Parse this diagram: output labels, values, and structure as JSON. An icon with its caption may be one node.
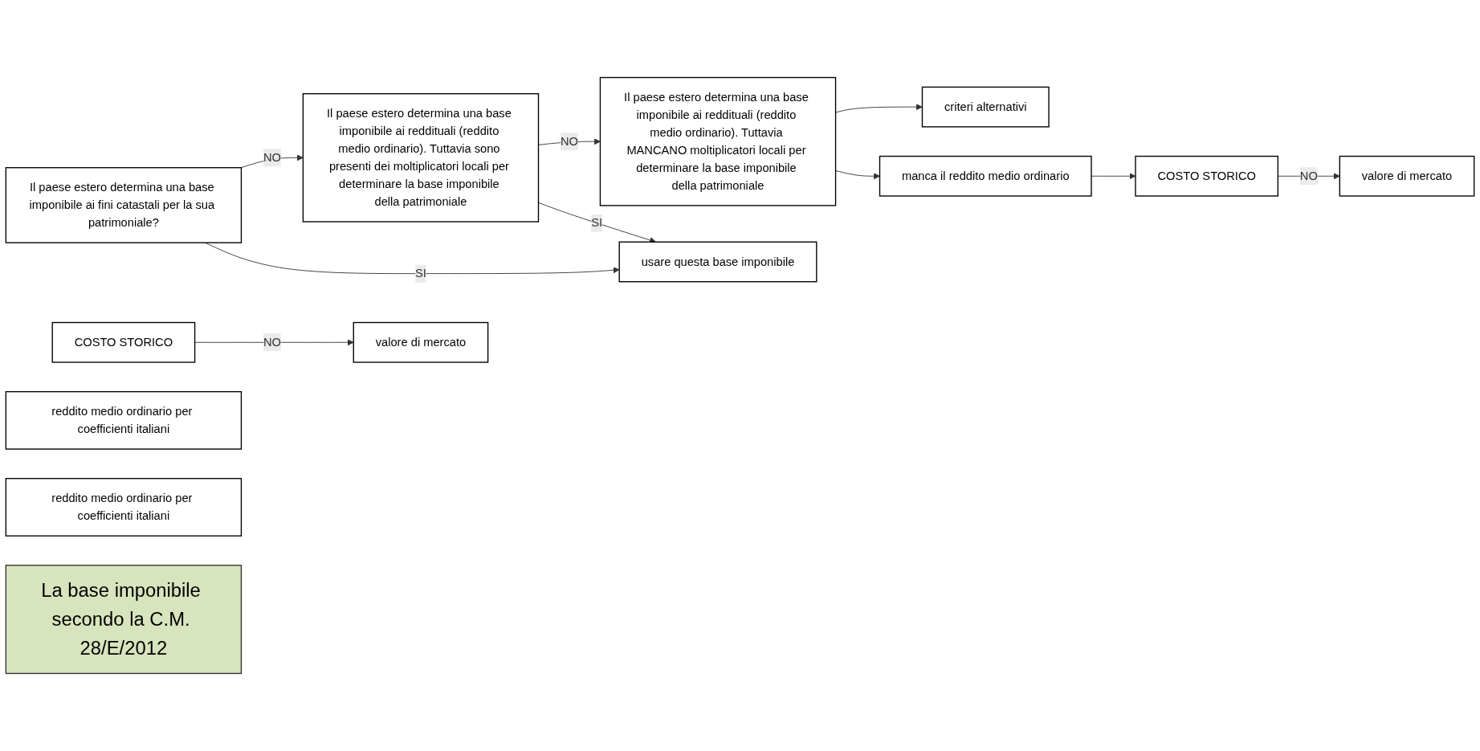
{
  "diagram": {
    "nodes": [
      {
        "text": [
          "Il paese estero determina una base imponibile ai fini catastali per la sua patrimoniale?"
        ]
      },
      {
        "text": [
          "Il paese estero determina una base imponibile ai reddituali (reddito medio ordinario). Tuttavia sono presenti dei moltiplicatori locali per determinare la base imponibile della patrimoniale"
        ]
      },
      {
        "text": [
          "Il paese estero determina una base imponibile ai reddituali (reddito medio ordinario). Tuttavia MANCANO moltiplicatori locali per determinare la base imponibile della patrimoniale"
        ]
      },
      {
        "text": [
          "usare questa base imponibile"
        ]
      },
      {
        "text": [
          "criteri alternativi"
        ]
      },
      {
        "text": [
          "COSTO STORICO"
        ]
      },
      {
        "text": [
          "reddito medio ordinario per coefficienti italiani"
        ]
      },
      {
        "text": [
          "valore di mercato"
        ]
      },
      {
        "text": [
          "reddito medio ordinario per coefficienti italiani"
        ]
      },
      {
        "text": [
          "manca il reddito medio ordinario"
        ]
      },
      {
        "text": [
          "COSTO STORICO"
        ]
      },
      {
        "text": [
          "valore di mercato"
        ]
      },
      {
        "text": [
          "La base imponibile secondo la C.M. 28/E/2012"
        ]
      }
    ],
    "edges": [
      {
        "from": 0,
        "to": 1,
        "arrow": "to",
        "label": "NO"
      },
      {
        "from": 0,
        "to": 3,
        "arrow": "to",
        "label": "SI"
      },
      {
        "from": 1,
        "to": 2,
        "arrow": "to",
        "label": "NO"
      },
      {
        "from": 1,
        "to": 3,
        "arrow": "to",
        "label": "SI"
      },
      {
        "from": 2,
        "to": 4,
        "arrow": "to"
      },
      {
        "from": 2,
        "to": 9,
        "arrow": "to"
      },
      {
        "from": 5,
        "to": 7,
        "arrow": "to",
        "label": "NO"
      },
      {
        "from": 9,
        "to": 10,
        "arrow": "to"
      },
      {
        "from": 10,
        "to": 11,
        "arrow": "to",
        "label": "NO"
      }
    ]
  }
}
